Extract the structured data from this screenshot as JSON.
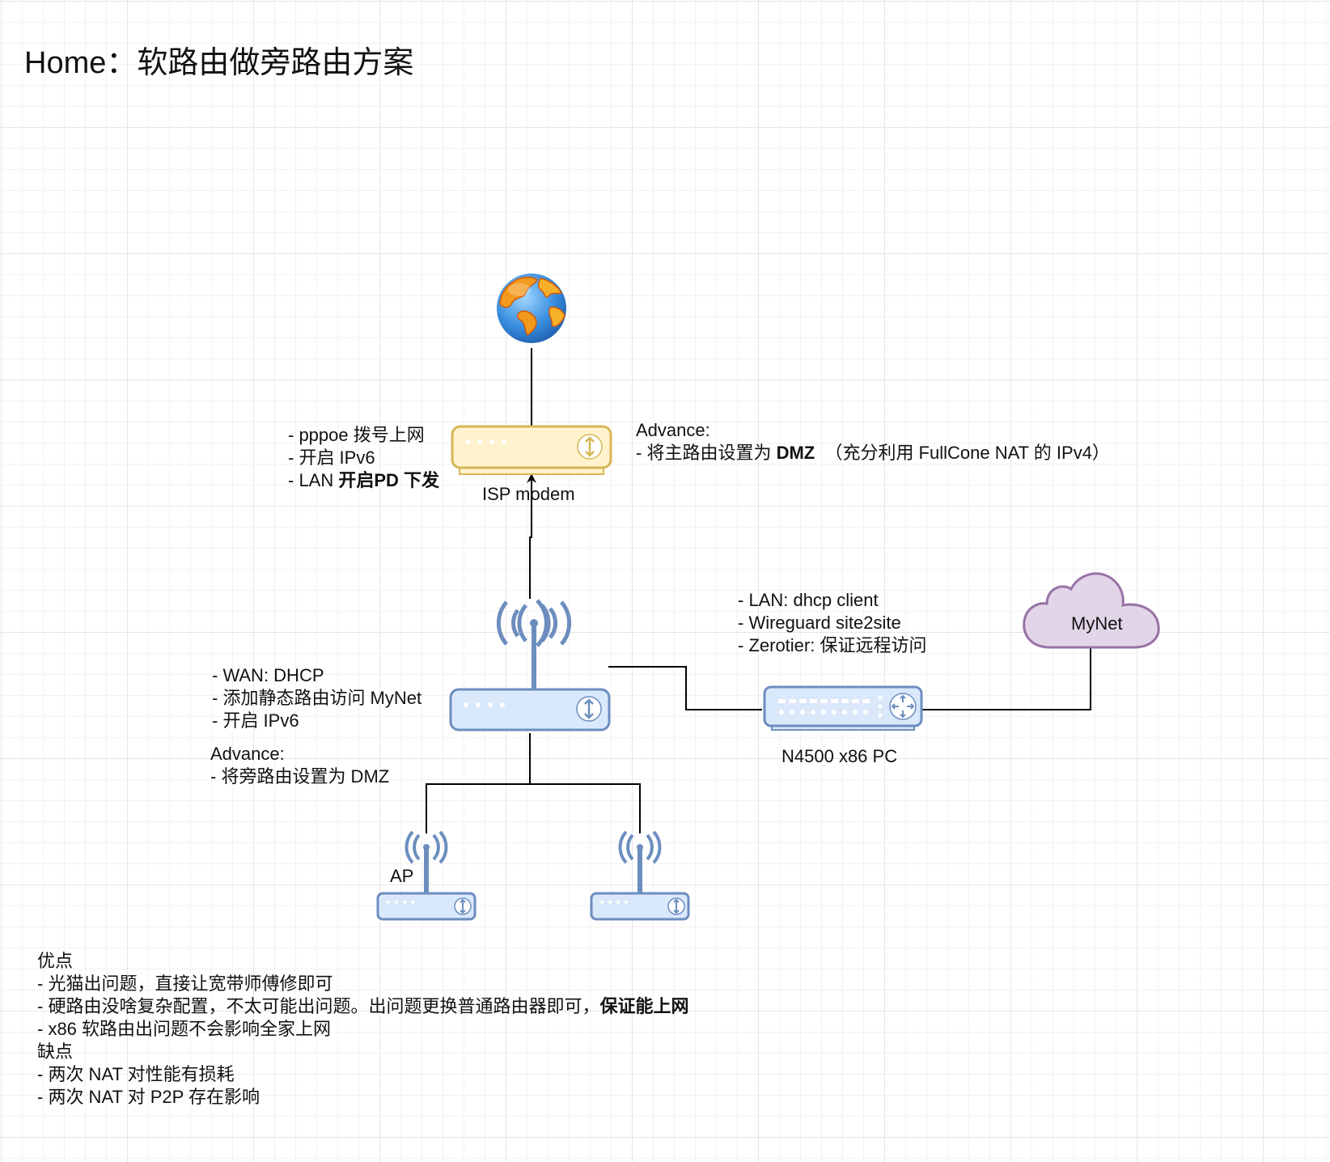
{
  "title": "Home：软路由做旁路由方案",
  "nodes": {
    "internet": {
      "icon": "globe-icon"
    },
    "isp_modem": {
      "label": "ISP modem",
      "icon": "modem-icon",
      "color": "#fff2cc",
      "stroke": "#d6b656"
    },
    "main_router": {
      "icon": "wireless-router-icon",
      "color": "#dae8fc",
      "stroke": "#6c8ebf"
    },
    "ap_left": {
      "label": "AP",
      "icon": "wireless-ap-icon"
    },
    "ap_right": {
      "icon": "wireless-ap-icon"
    },
    "x86_pc": {
      "label": "N4500 x86 PC",
      "icon": "switch-router-icon"
    },
    "mynet": {
      "label": "MyNet",
      "icon": "cloud-icon",
      "color": "#e1d5e7",
      "stroke": "#9673a6"
    }
  },
  "notes": {
    "modem_config": {
      "line1": "- pppoe 拨号上网",
      "line2": "- 开启 IPv6",
      "line3_prefix": "- LAN ",
      "line3_bold": "开启PD 下发"
    },
    "modem_advance": {
      "heading": "Advance:",
      "line_prefix": "- 将主路由设置为 ",
      "line_bold": "DMZ",
      "line_suffix": "  （充分利用 FullCone NAT 的 IPv4）"
    },
    "router_config": {
      "line1": "- WAN: DHCP",
      "line2": "- 添加静态路由访问 MyNet",
      "line3": "- 开启 IPv6"
    },
    "router_advance": {
      "heading": "Advance:",
      "line1": "- 将旁路由设置为 DMZ"
    },
    "pc_config": {
      "line1": "- LAN: dhcp client",
      "line2": "- Wireguard site2site",
      "line3": "- Zerotier: 保证远程访问"
    },
    "pros_cons": {
      "pros_heading": "优点",
      "pro1": "- 光猫出问题，直接让宽带师傅修即可",
      "pro2_prefix": "- 硬路由没啥复杂配置，不太可能出问题。出问题更换普通路由器即可，",
      "pro2_bold": "保证能上网",
      "pro3": "- x86 软路由出问题不会影响全家上网",
      "cons_heading": "缺点",
      "con1": "- 两次 NAT 对性能有损耗",
      "con2": "- 两次 NAT 对 P2P 存在影响"
    }
  }
}
